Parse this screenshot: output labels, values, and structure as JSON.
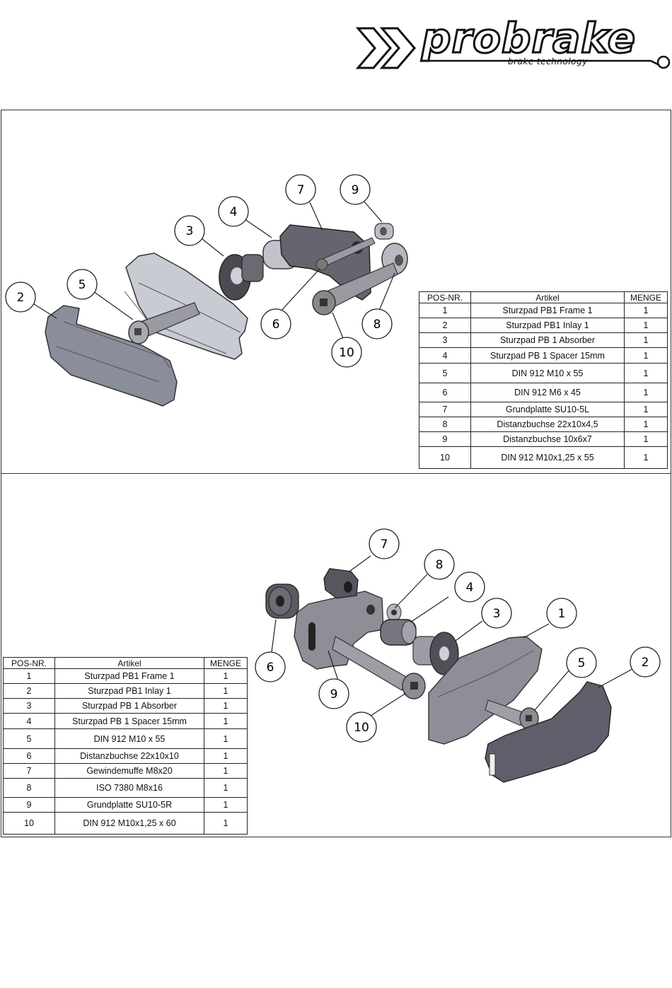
{
  "brand": {
    "name": "probrake",
    "tagline": "brake technology"
  },
  "table_headers": {
    "pos": "POS-NR.",
    "article": "Artikel",
    "qty": "MENGE"
  },
  "assembly_left": {
    "balloons": [
      "2",
      "3",
      "4",
      "5",
      "6",
      "7",
      "8",
      "9",
      "10"
    ],
    "parts": [
      {
        "pos": "1",
        "article": "Sturzpad PB1 Frame 1",
        "qty": "1"
      },
      {
        "pos": "2",
        "article": "Sturzpad PB1 Inlay 1",
        "qty": "1"
      },
      {
        "pos": "3",
        "article": "Sturzpad PB 1 Absorber",
        "qty": "1"
      },
      {
        "pos": "4",
        "article": "Sturzpad PB 1 Spacer 15mm",
        "qty": "1"
      },
      {
        "pos": "5",
        "article": "DIN 912 M10 x 55",
        "qty": "1"
      },
      {
        "pos": "6",
        "article": "DIN 912 M6 x 45",
        "qty": "1"
      },
      {
        "pos": "7",
        "article": "Grundplatte SU10-5L",
        "qty": "1"
      },
      {
        "pos": "8",
        "article": "Distanzbuchse 22x10x4,5",
        "qty": "1"
      },
      {
        "pos": "9",
        "article": "Distanzbuchse 10x6x7",
        "qty": "1"
      },
      {
        "pos": "10",
        "article": "DIN 912 M10x1,25 x 55",
        "qty": "1"
      }
    ]
  },
  "assembly_right": {
    "balloons": [
      "1",
      "2",
      "3",
      "4",
      "5",
      "6",
      "7",
      "8",
      "9",
      "10"
    ],
    "parts": [
      {
        "pos": "1",
        "article": "Sturzpad PB1 Frame 1",
        "qty": "1"
      },
      {
        "pos": "2",
        "article": "Sturzpad PB1 Inlay 1",
        "qty": "1"
      },
      {
        "pos": "3",
        "article": "Sturzpad PB 1 Absorber",
        "qty": "1"
      },
      {
        "pos": "4",
        "article": "Sturzpad PB 1 Spacer 15mm",
        "qty": "1"
      },
      {
        "pos": "5",
        "article": "DIN 912 M10 x 55",
        "qty": "1"
      },
      {
        "pos": "6",
        "article": "Distanzbuchse 22x10x10",
        "qty": "1"
      },
      {
        "pos": "7",
        "article": "Gewindemuffe M8x20",
        "qty": "1"
      },
      {
        "pos": "8",
        "article": "ISO 7380 M8x16",
        "qty": "1"
      },
      {
        "pos": "9",
        "article": "Grundplatte SU10-5R",
        "qty": "1"
      },
      {
        "pos": "10",
        "article": "DIN 912 M10x1,25 x 60",
        "qty": "1"
      }
    ]
  }
}
